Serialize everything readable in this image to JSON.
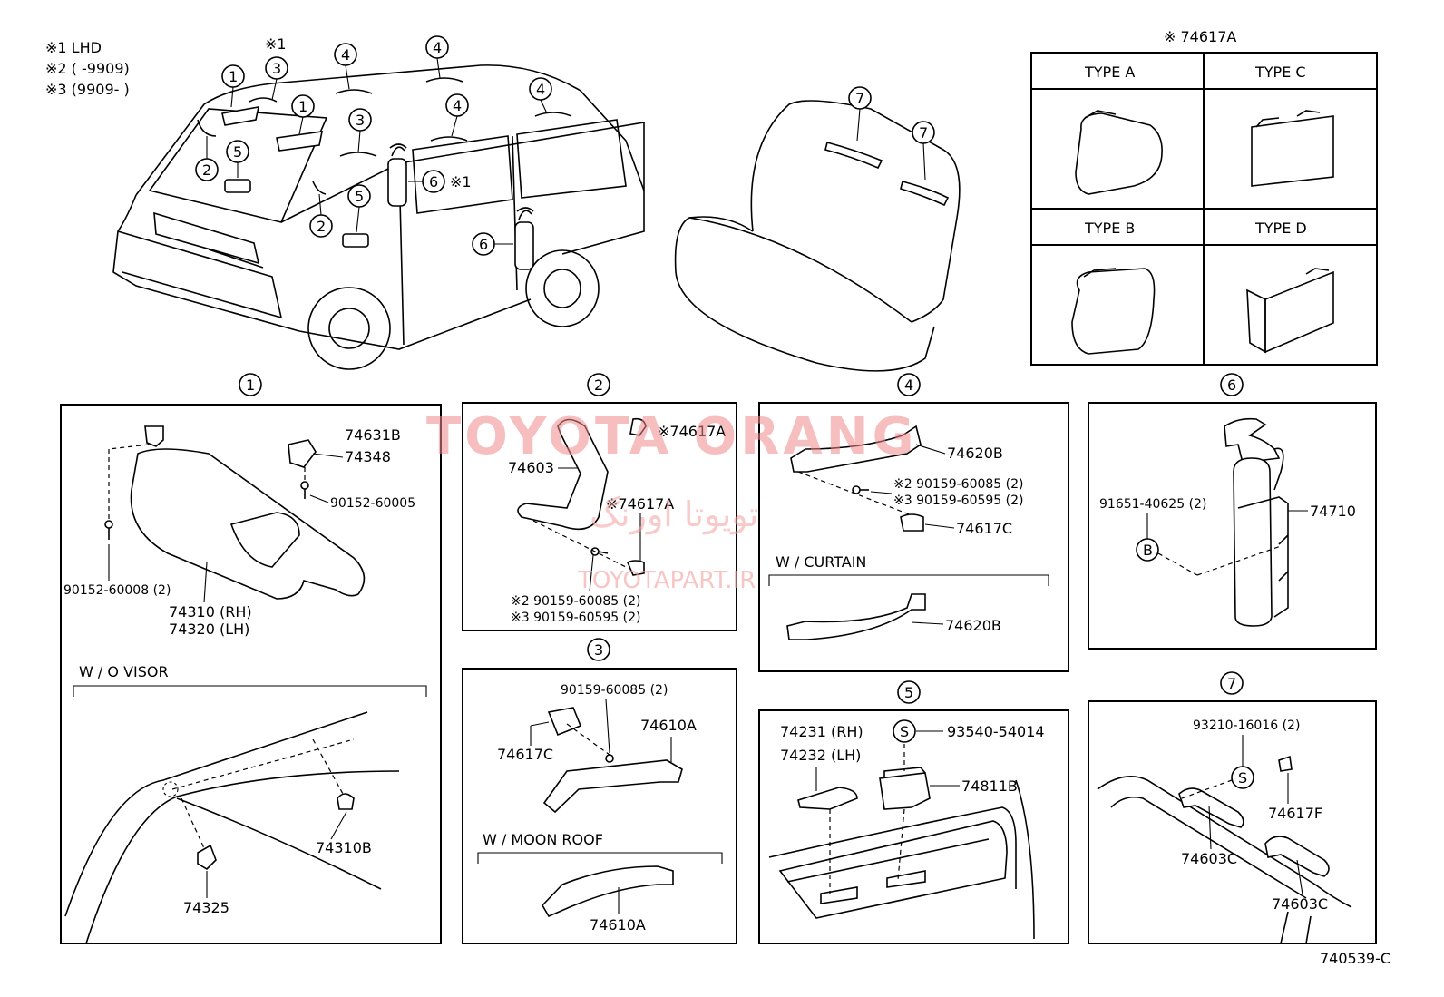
{
  "legend": {
    "note1": "※1 LHD",
    "note2": "※2 (      -9909)",
    "note3": "※3 (9909-      )"
  },
  "overview": {
    "callout_star1_top": "※1",
    "callout_6_star1": "※1",
    "callouts": [
      "1",
      "2",
      "3",
      "4",
      "5",
      "6",
      "7"
    ]
  },
  "type_table": {
    "title": "※ 74617A",
    "cells": [
      "TYPE A",
      "TYPE C",
      "TYPE B",
      "TYPE D"
    ]
  },
  "section1": {
    "num": "1",
    "parts": {
      "p74631B": "74631B",
      "p74348": "74348",
      "p90152_60005": "90152-60005",
      "p90152_60008": "90152-60008 (2)",
      "p74310": "74310 (RH)",
      "p74320": "74320 (LH)",
      "p74310B": "74310B",
      "p74325": "74325"
    },
    "wo_visor": "W / O  VISOR"
  },
  "section2": {
    "num": "2",
    "parts": {
      "p74617A_top": "※74617A",
      "p74603": "74603",
      "p74617A_mid": "※74617A",
      "p90159_60085": "※2  90159-60085 (2)",
      "p90159_60595": "※3  90159-60595 (2)"
    }
  },
  "section3": {
    "num": "3",
    "parts": {
      "p90159_60085": "90159-60085 (2)",
      "p74610A": "74610A",
      "p74617C": "74617C",
      "p74610A_b": "74610A"
    },
    "moon_roof": "W / MOON  ROOF"
  },
  "section4": {
    "num": "4",
    "parts": {
      "p74620B": "74620B",
      "p90159_60085": "※2  90159-60085 (2)",
      "p90159_60595": "※3  90159-60595 (2)",
      "p74617C": "74617C",
      "p74620B_b": "74620B"
    },
    "curtain": "W / CURTAIN"
  },
  "section5": {
    "num": "5",
    "parts": {
      "p74231": "74231 (RH)",
      "p74232": "74232 (LH)",
      "s_mark": "S",
      "p93540": "93540-54014",
      "p74811B": "74811B"
    }
  },
  "section6": {
    "num": "6",
    "parts": {
      "p91651": "91651-40625 (2)",
      "b_mark": "B",
      "p74710": "74710"
    }
  },
  "section7": {
    "num": "7",
    "parts": {
      "p93210": "93210-16016 (2)",
      "s_mark": "S",
      "p74617F": "74617F",
      "p74603C_a": "74603C",
      "p74603C_b": "74603C"
    }
  },
  "watermark": {
    "main": "TOYOTA ORANG",
    "farsi": "تویوتا اورنگ",
    "site": "TOYOTAPART.IR"
  },
  "diagram_code": "740539-C"
}
